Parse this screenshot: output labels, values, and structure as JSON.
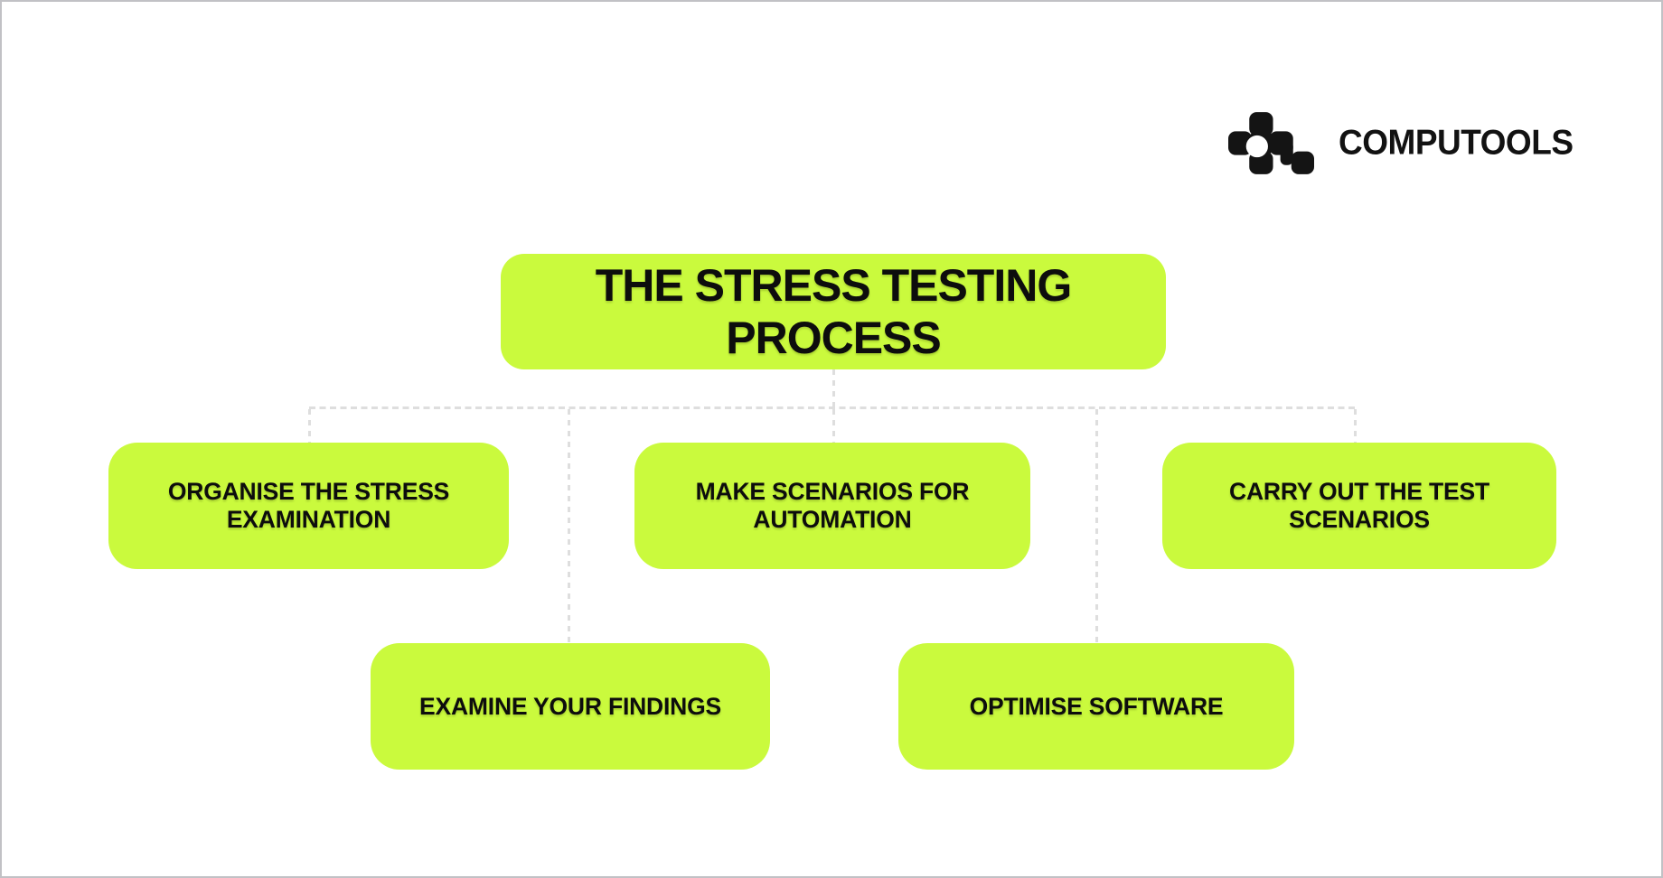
{
  "brand": {
    "name": "COMPUTOOLS",
    "logo_icon": "computools-pixel-mark",
    "logo_color": "#141414"
  },
  "colors": {
    "node_fill": "#cafa3d",
    "node_text": "#0d0d0d",
    "connector": "#dedede",
    "canvas_border": "#c1c1c5",
    "background": "#ffffff"
  },
  "diagram": {
    "type": "flowchart",
    "title": "THE STRESS TESTING PROCESS",
    "connector_style": "dashed",
    "steps": [
      {
        "id": "organise-the-stress-examination",
        "label": "ORGANISE THE STRESS EXAMINATION",
        "row": 1
      },
      {
        "id": "examine-your-findings",
        "label": "EXAMINE YOUR FINDINGS",
        "row": 2
      },
      {
        "id": "make-scenarios-for-automation",
        "label": "MAKE SCENARIOS FOR AUTOMATION",
        "row": 1
      },
      {
        "id": "optimise-software",
        "label": "OPTIMISE SOFTWARE",
        "row": 2
      },
      {
        "id": "carry-out-the-test-scenarios",
        "label": "CARRY OUT THE TEST SCENARIOS",
        "row": 1
      }
    ]
  }
}
